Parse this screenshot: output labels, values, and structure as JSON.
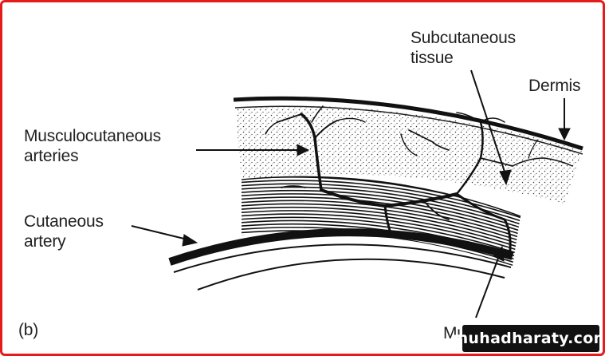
{
  "colors": {
    "frame_border": "#e31b1b",
    "ink": "#111111",
    "label_text": "#222222",
    "watermark_bg": "#111111",
    "watermark_text": "#ffffff"
  },
  "labels": {
    "subcutaneous_tissue": "Subcutaneous\ntissue",
    "dermis": "Dermis",
    "musculocutaneous_arteries": "Musculocutaneous\narteries",
    "cutaneous_artery": "Cutaneous\nartery",
    "muscle": "Muscle",
    "panel_letter": "(b)"
  },
  "watermark": "muhadharaty.com"
}
